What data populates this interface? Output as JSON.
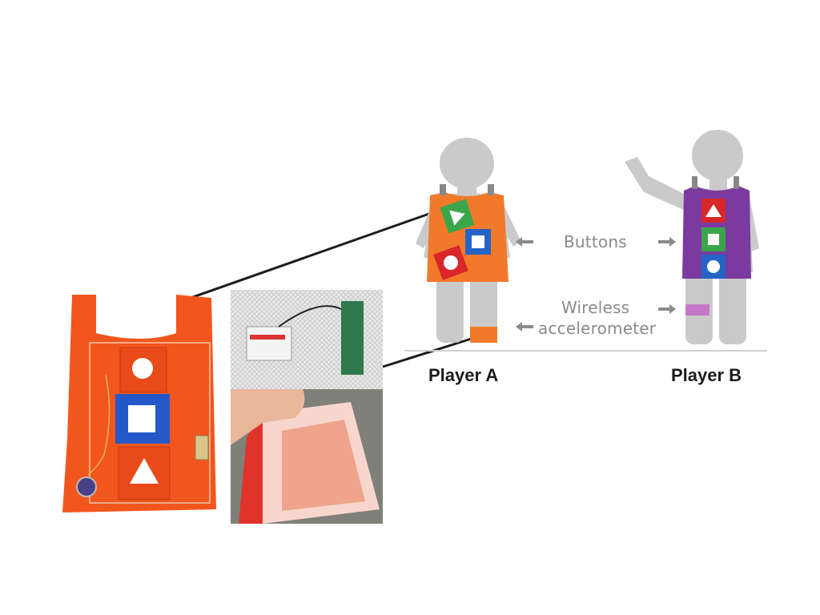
{
  "diagram": {
    "labels": {
      "buttons": "Buttons",
      "wireless_line1": "Wireless",
      "wireless_line2": "accelerometer",
      "player_a": "Player A",
      "player_b": "Player B"
    },
    "colors": {
      "vest_orange_photo": "#f2561c",
      "vest_orange_illustration": "#f07a2a",
      "vest_purple": "#7b3aa0",
      "shape_blue": "#2563c5",
      "shape_green": "#3aa64a",
      "shape_red": "#d8262b",
      "silhouette_gray": "#c8c8c8",
      "anklet_pink": "#c777c7",
      "label_gray": "#8a8a8a",
      "ground_line": "#d0d0d0"
    },
    "shapes_player_a": [
      "triangle",
      "square",
      "circle"
    ],
    "shapes_player_b": [
      "triangle",
      "square",
      "circle"
    ],
    "shapes_photo_vest": [
      "circle",
      "square",
      "triangle"
    ]
  }
}
